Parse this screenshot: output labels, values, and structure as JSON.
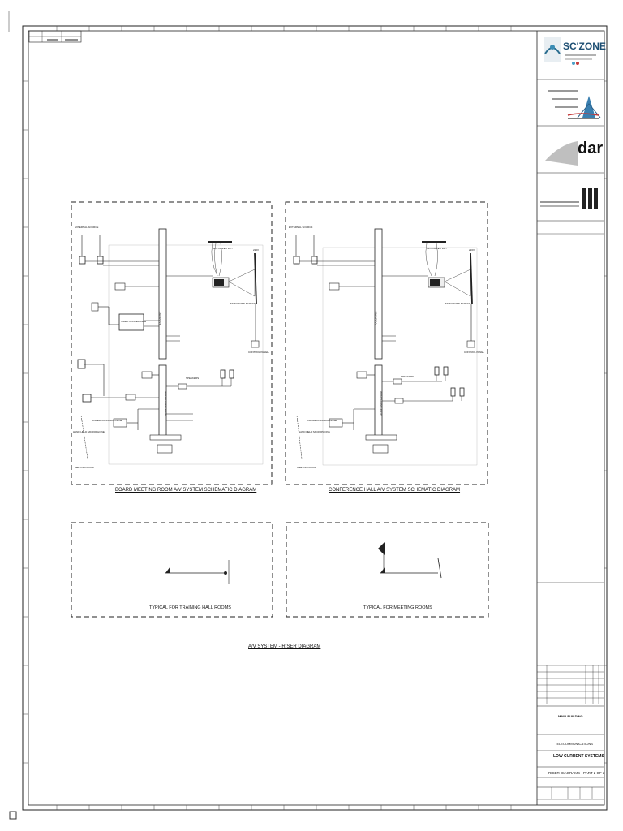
{
  "title_block": {
    "logo_sczone": "SC'ZONE",
    "logo_dar": "dar",
    "project_title": "MAIN BUILDING",
    "discipline": "TELECOMMUNICATIONS",
    "system": "LOW CURRENT SYSTEMS",
    "drawing_title": "RISER DIAGRAMS - PART 2 OF 2"
  },
  "diagrams": {
    "board_room_title": "BOARD MEETING ROOM A/V SYSTEM SCHEMATIC DIAGRAM",
    "conference_hall_title": "CONFERENCE HALL A/V SYSTEM SCHEMATIC DIAGRAM",
    "training_hall_label": "TYPICAL FOR TRAINING HALL ROOMS",
    "meeting_rooms_label": "TYPICAL FOR MEETING ROOMS",
    "riser_title": "A/V SYSTEM - RISER DIAGRAM"
  },
  "schematic_labels": {
    "external_source": "EXTERNAL SOURCE",
    "av_matrix": "A/V MATRIX",
    "control_panel": "CONTROL PANEL",
    "motorized_screen": "MOTORIZED SCREEN",
    "motorized_lift": "MOTORIZED LIFT",
    "power": "220V",
    "audio_processor": "AUDIO PROCESSOR",
    "video_conference": "VIDEO CONFERENCE",
    "wireless_mic": "WIRELESS MICROPHONE",
    "hand_held_mic": "HAND HELD MICROPHONE",
    "meeting_room": "MEETING ROOM",
    "speakers": "SPEAKERS"
  }
}
